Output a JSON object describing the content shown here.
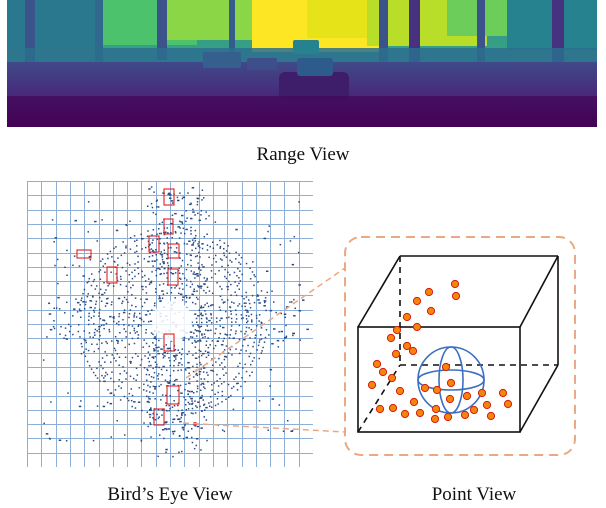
{
  "captions": {
    "range": "Range View",
    "bev": "Bird’s Eye View",
    "point": "Point View"
  },
  "colors": {
    "grid": "#8fb0d6",
    "points": "#2a4c86",
    "box": "#e02020",
    "callout": "#eba883",
    "point_fill": "#f5840b",
    "point_stroke": "#d11f0f",
    "sphere": "#3c6fc4",
    "cube": "#111111"
  },
  "range_view_colormap": "viridis"
}
